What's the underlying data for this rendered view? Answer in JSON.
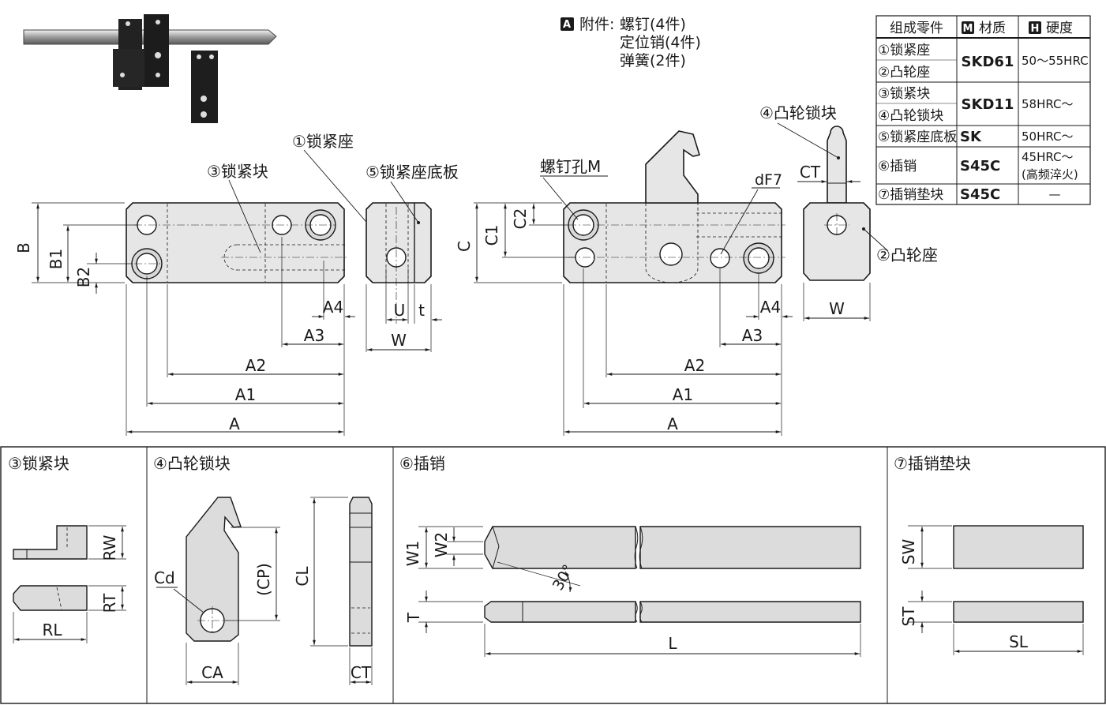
{
  "accessories": {
    "badge": "A",
    "label": "附件:",
    "items": [
      "螺钉(4件)",
      "定位销(4件)",
      "弹簧(2件)"
    ]
  },
  "table": {
    "headers": [
      "组成零件",
      "材质",
      "硬度"
    ],
    "header_badges": [
      "M",
      "H"
    ],
    "rows": [
      {
        "parts": [
          "①锁紧座",
          "②凸轮座"
        ],
        "material": "SKD61",
        "hardness": [
          "50～55HRC"
        ]
      },
      {
        "parts": [
          "③锁紧块",
          "④凸轮锁块"
        ],
        "material": "SKD11",
        "hardness": [
          "58HRC～"
        ]
      },
      {
        "parts": [
          "⑤锁紧座底板"
        ],
        "material": "SK",
        "hardness": [
          "50HRC～"
        ]
      },
      {
        "parts": [
          "⑥插销"
        ],
        "material": "S45C",
        "hardness": [
          "45HRC～",
          "(高频淬火)"
        ]
      },
      {
        "parts": [
          "⑦插销垫块"
        ],
        "material": "S45C",
        "hardness": [
          "—"
        ]
      }
    ]
  },
  "callouts": {
    "lock_seat": "①锁紧座",
    "lock_block": "③锁紧块",
    "base_plate": "⑤锁紧座底板",
    "screw_hole": "螺钉孔M",
    "cam_lock_block": "④凸轮锁块",
    "cam_seat": "②凸轮座"
  },
  "dimensions": {
    "left": {
      "B": "B",
      "B1": "B1",
      "B2": "B2",
      "A": "A",
      "A1": "A1",
      "A2": "A2",
      "A3": "A3",
      "A4": "A4"
    },
    "base": {
      "U": "U",
      "t": "t",
      "W": "W"
    },
    "right": {
      "C": "C",
      "C1": "C1",
      "C2": "C2",
      "dF7": "dF7",
      "A": "A",
      "A1": "A1",
      "A2": "A2",
      "A3": "A3",
      "A4": "A4"
    },
    "cam": {
      "CT": "CT",
      "W": "W"
    }
  },
  "sections": {
    "lock_block": {
      "title": "③锁紧块",
      "RW": "RW",
      "RT": "RT",
      "RL": "RL"
    },
    "cam_lock_block": {
      "title": "④凸轮锁块",
      "Cd": "Cd",
      "CP": "(CP)",
      "CL": "CL",
      "CA": "CA",
      "CT": "CT"
    },
    "pin": {
      "title": "⑥插销",
      "W1": "W1",
      "W2": "W2",
      "angle": "30°",
      "T": "T",
      "L": "L"
    },
    "pin_pad": {
      "title": "⑦插销垫块",
      "SW": "SW",
      "ST": "ST",
      "SL": "SL"
    }
  }
}
